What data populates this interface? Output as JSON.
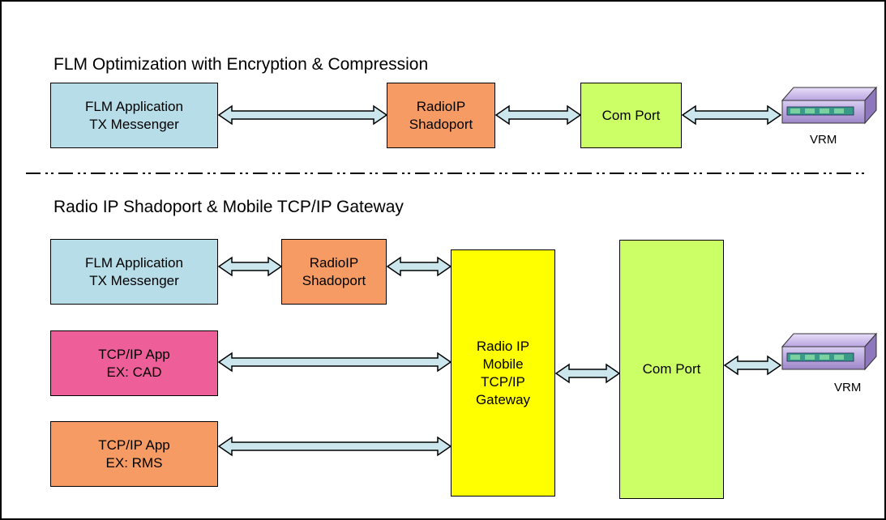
{
  "section1": {
    "title": "FLM Optimization with Encryption & Compression",
    "flm_app": {
      "line1": "FLM Application",
      "line2": "TX Messenger"
    },
    "shadoport": {
      "line1": "RadioIP",
      "line2": "Shadoport"
    },
    "com_port": "Com Port",
    "vrm_label": "VRM"
  },
  "section2": {
    "title": "Radio IP Shadoport & Mobile TCP/IP Gateway",
    "flm_app": {
      "line1": "FLM Application",
      "line2": "TX Messenger"
    },
    "shadoport": {
      "line1": "RadioIP",
      "line2": "Shadoport"
    },
    "tcpip_cad": {
      "line1": "TCP/IP App",
      "line2": "EX: CAD"
    },
    "tcpip_rms": {
      "line1": "TCP/IP App",
      "line2": "EX: RMS"
    },
    "gateway": {
      "line1": "Radio IP",
      "line2": "Mobile",
      "line3": "TCP/IP",
      "line4": "Gateway"
    },
    "com_port": "Com Port",
    "vrm_label": "VRM"
  },
  "colors": {
    "flm_app": "#b7dde8",
    "shadoport": "#f79b64",
    "com_port": "#ccff66",
    "tcpip_cad": "#ee5f99",
    "tcpip_rms": "#f79b64",
    "gateway": "#ffff00",
    "arrow_fill": "#cce6ee",
    "device_body": "#c8b6e8"
  },
  "icons": [
    "double-arrow-icon",
    "vrm-radio-device-icon"
  ]
}
